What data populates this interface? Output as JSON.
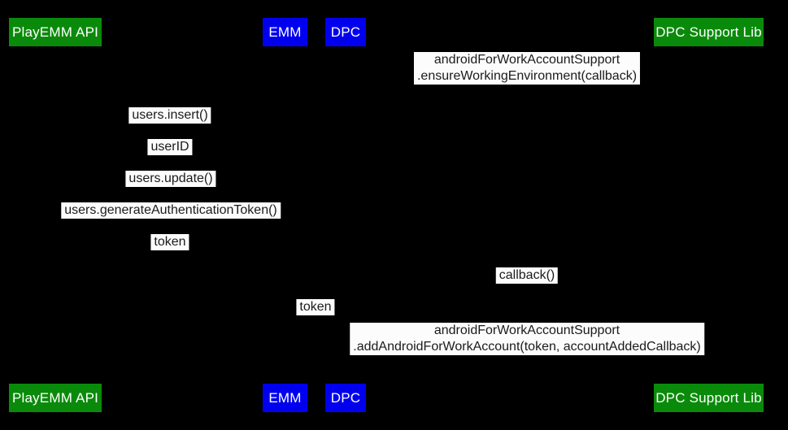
{
  "diagram": {
    "type": "sequence-diagram",
    "colors": {
      "background": "#000000",
      "actor_green": "#0a8a0a",
      "actor_blue": "#0000ee",
      "actor_text": "#ffffff",
      "message_bg": "#fcfcfc",
      "message_text": "#1b1b1b"
    },
    "actors": [
      {
        "label": "PlayEMM API"
      },
      {
        "label": "EMM"
      },
      {
        "label": "DPC"
      },
      {
        "label": "DPC Support Lib"
      }
    ],
    "messages": [
      {
        "line1": "androidForWorkAccountSupport",
        "line2": ".ensureWorkingEnvironment(callback)"
      },
      {
        "line1": "users.insert()"
      },
      {
        "line1": "userID"
      },
      {
        "line1": "users.update()"
      },
      {
        "line1": "users.generateAuthenticationToken()"
      },
      {
        "line1": "token"
      },
      {
        "line1": "callback()"
      },
      {
        "line1": "token"
      },
      {
        "line1": "androidForWorkAccountSupport",
        "line2": ".addAndroidForWorkAccount(token, accountAddedCallback)"
      }
    ]
  }
}
